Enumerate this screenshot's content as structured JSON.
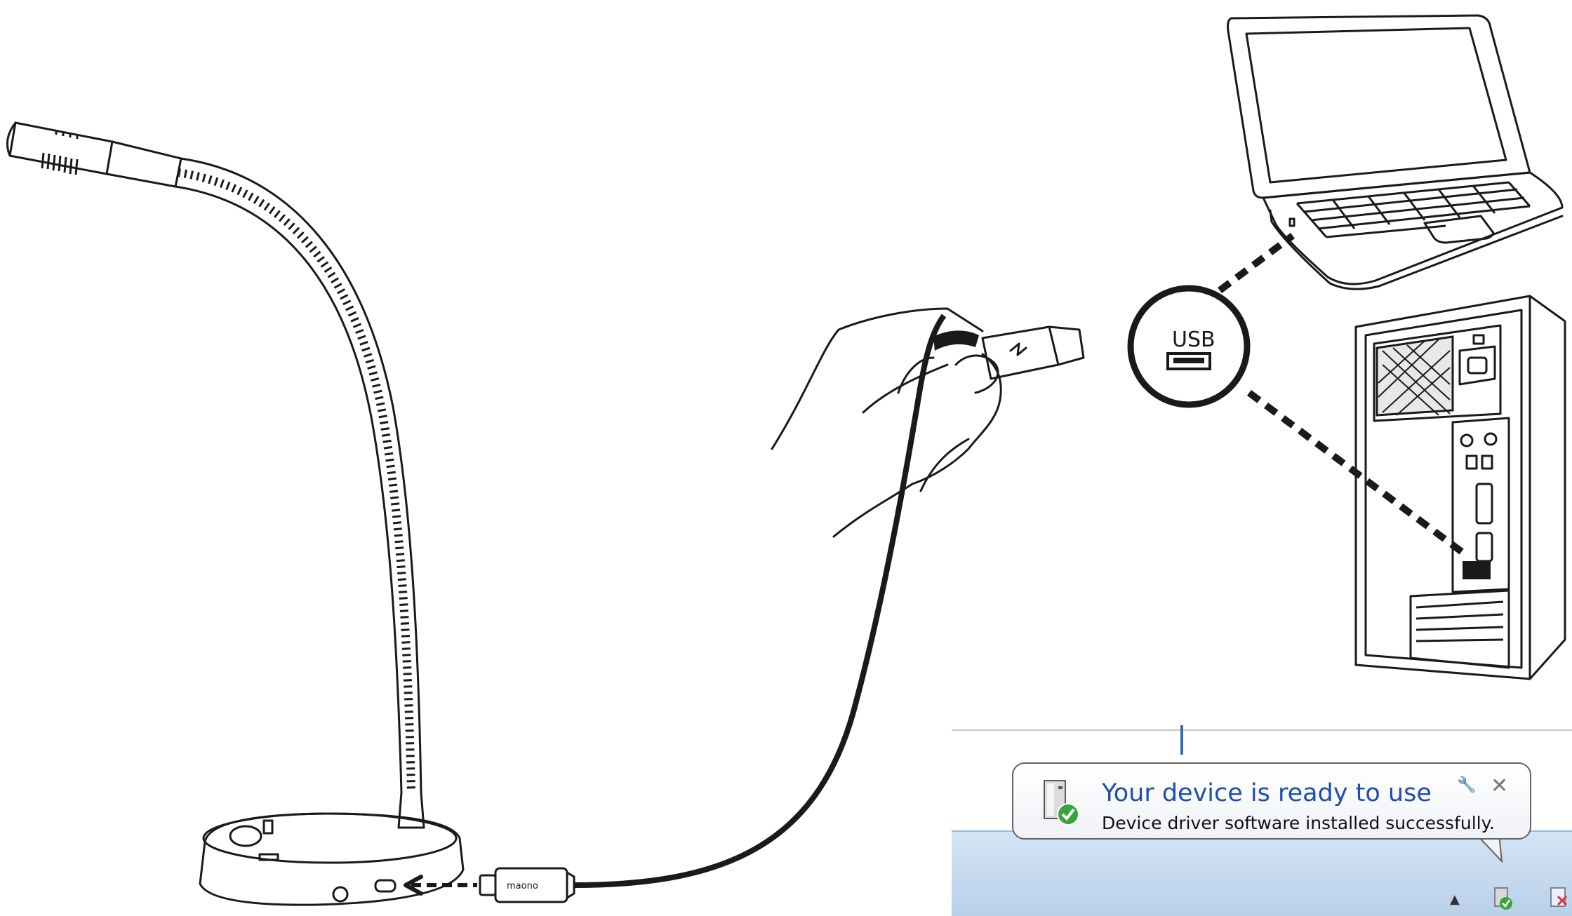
{
  "usb_callout": {
    "label": "USB"
  },
  "cable": {
    "brand": "maono"
  },
  "notification": {
    "title": "Your device is ready to use",
    "message": "Device driver software installed successfully.",
    "wrench_glyph": "🔧",
    "close_glyph": "✕",
    "icon": "device-installed-icon"
  },
  "taskbar": {
    "show_hidden_icons_glyph": "▲",
    "tray_icons": [
      "device-installed-tray-icon",
      "tray-app-icon"
    ]
  },
  "colors": {
    "line_art": "#1a1a1a",
    "notification_title": "#1f4fa8",
    "taskbar": "#c6dbf2",
    "success_green": "#3aa43a"
  }
}
